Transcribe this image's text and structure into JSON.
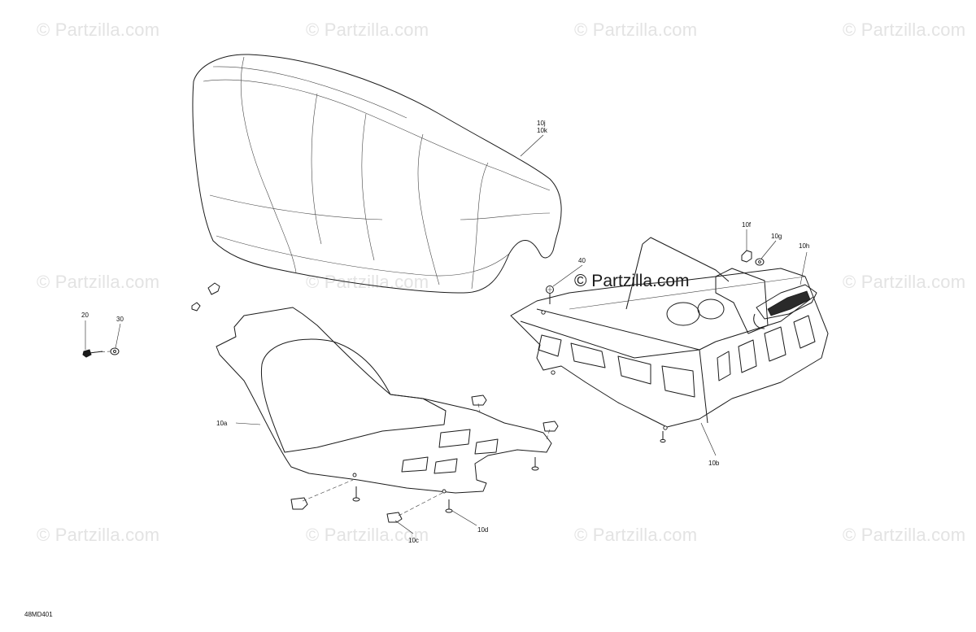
{
  "watermark": {
    "text": "© Partzilla.com",
    "center_text": "© Partzilla.com"
  },
  "diagram_id": "48MD401",
  "callouts": {
    "c10j": "10j",
    "c10k": "10k",
    "c10f": "10f",
    "c10g": "10g",
    "c10h": "10h",
    "c40": "40",
    "c20": "20",
    "c30": "30",
    "c10a": "10a",
    "c10b": "10b",
    "c10c": "10c",
    "c10d": "10d"
  },
  "icons": [
    "seat-part",
    "support-plate-part",
    "seat-frame-part",
    "screw-part",
    "nut-part",
    "washer-part",
    "tail-light-part"
  ]
}
